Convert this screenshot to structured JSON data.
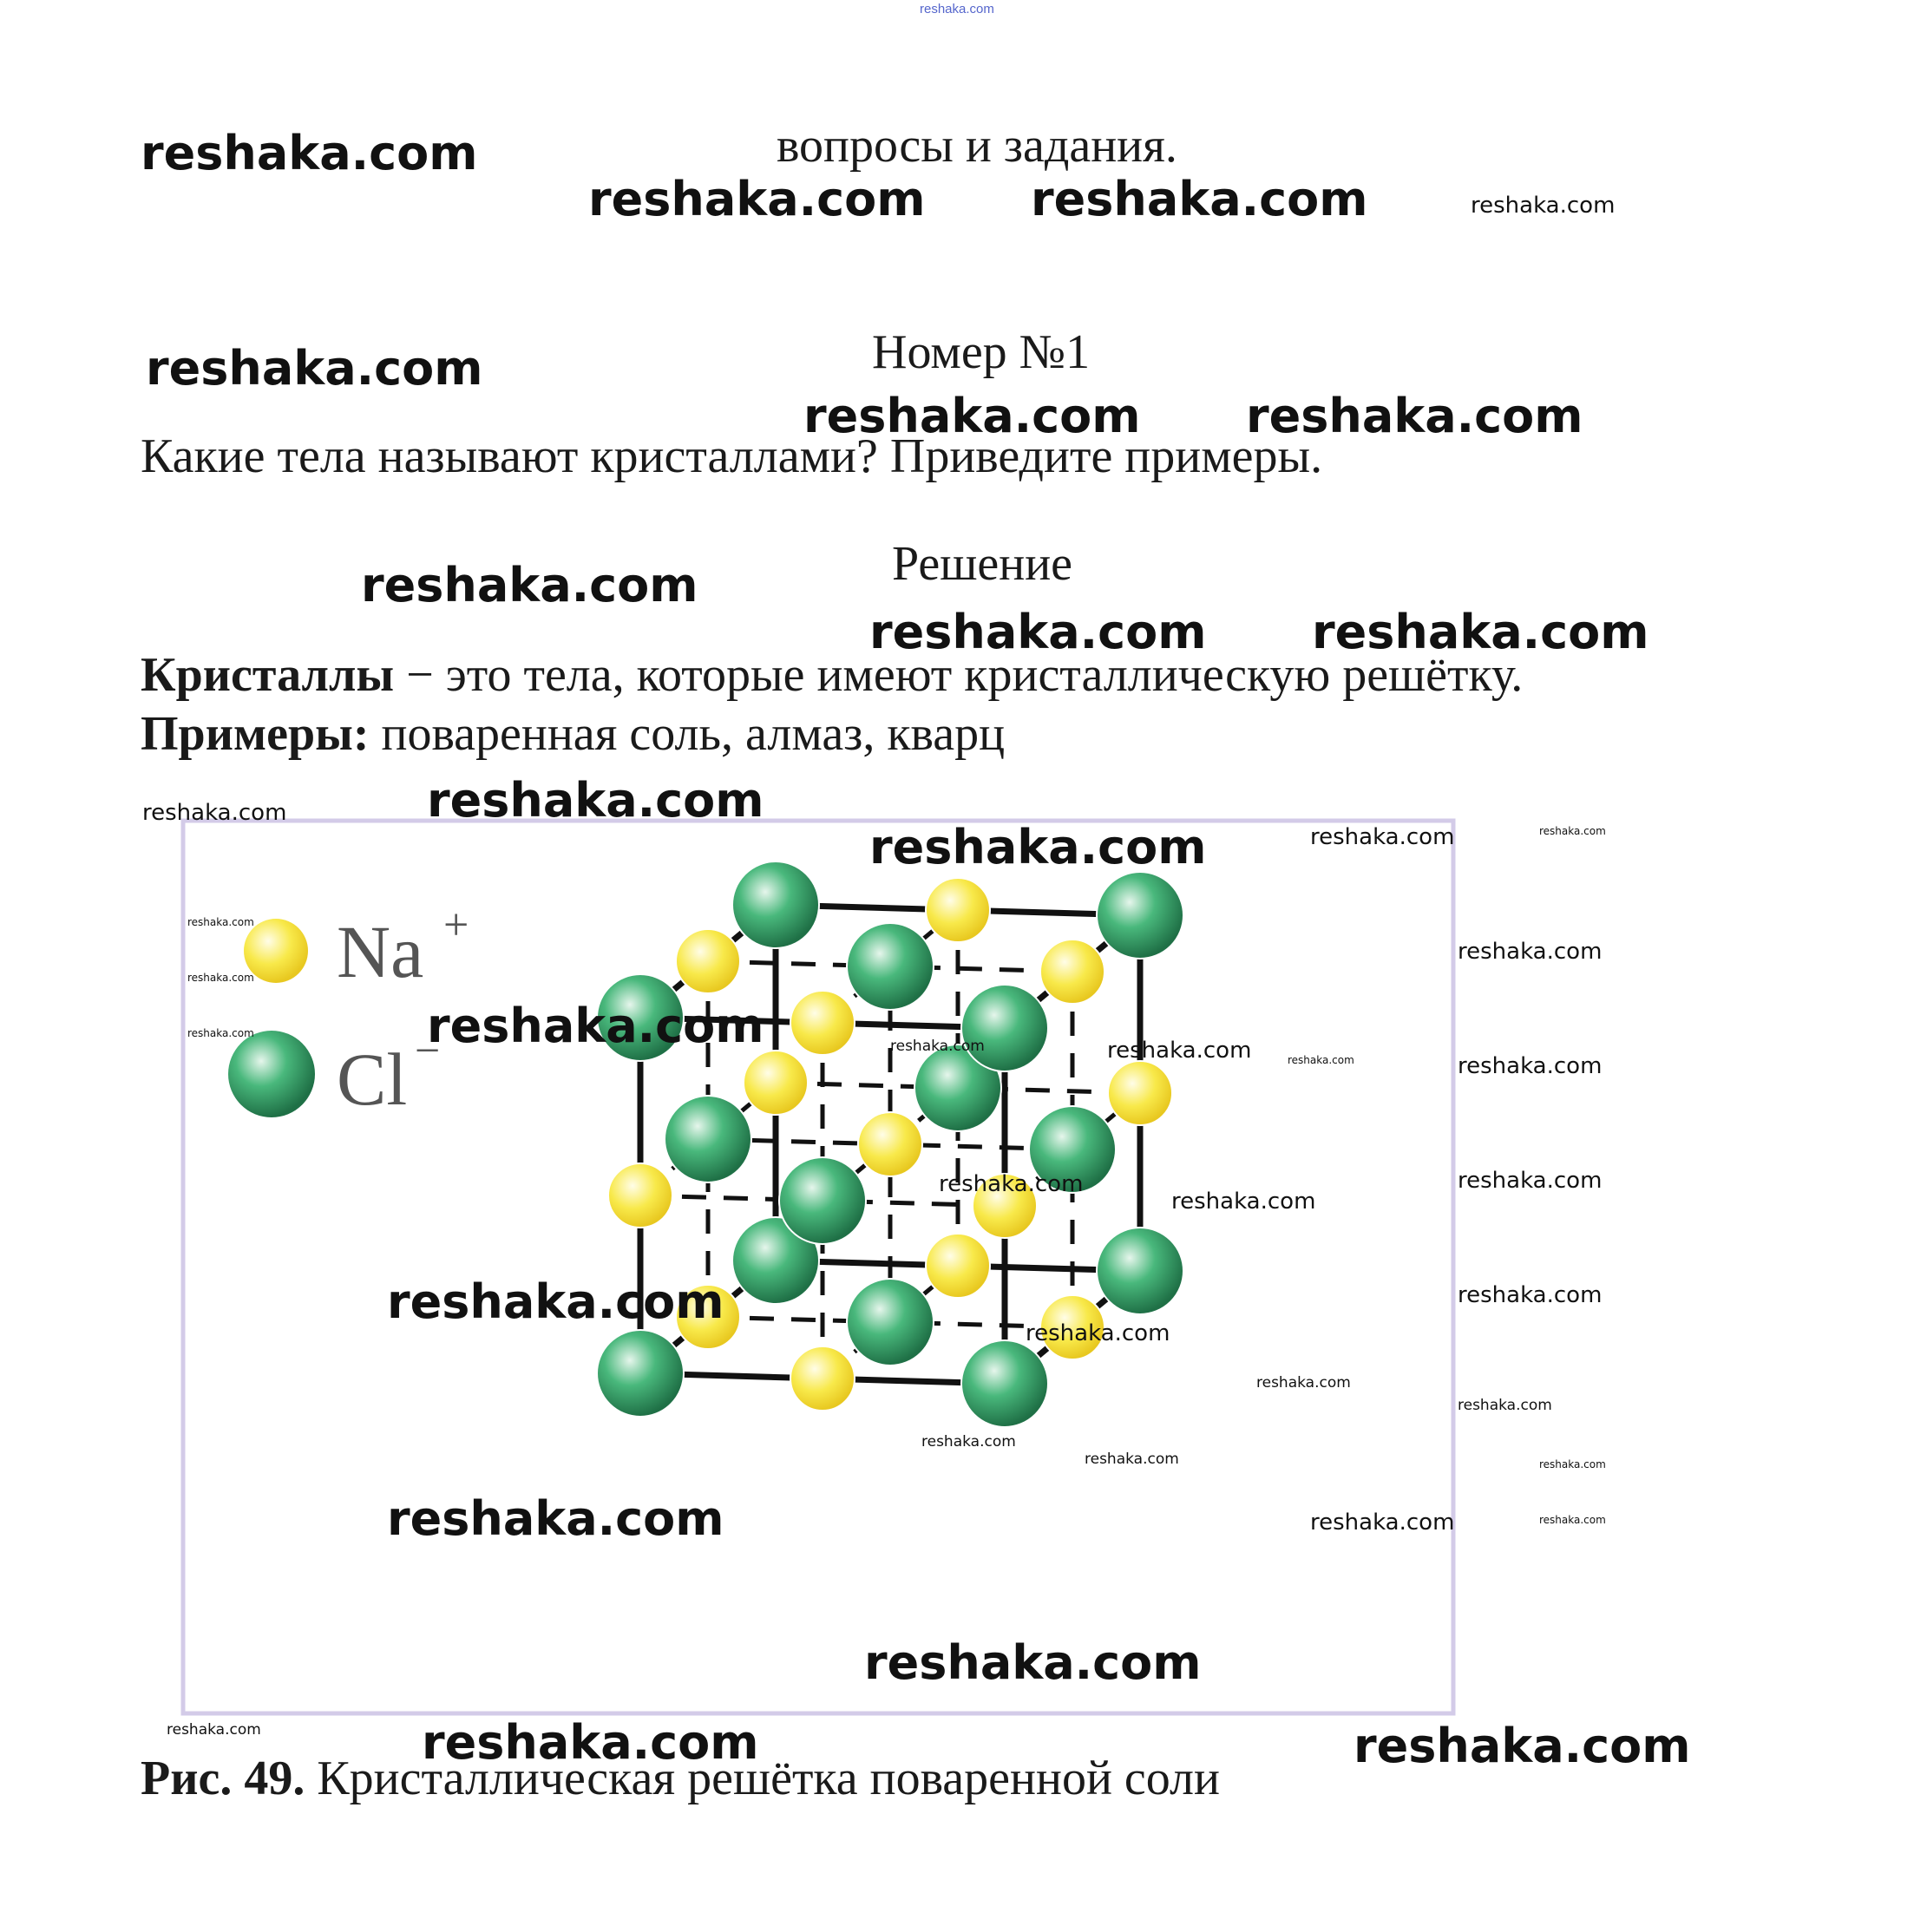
{
  "header": {
    "source_link": "reshaka.com"
  },
  "section_title": "вопросы и задания.",
  "problem": {
    "number_label": "Номер №1",
    "question": "Какие тела называют кристаллами? Приведите примеры."
  },
  "solution": {
    "label": "Решение",
    "definition_term": "Кристаллы",
    "definition_text": " − это тела, которые имеют кристаллическую решётку.",
    "examples_term": "Примеры:",
    "examples_text": " поваренная соль, алмаз, кварц"
  },
  "figure": {
    "legend": {
      "na_symbol": "Na",
      "na_charge": "+",
      "cl_symbol": "Cl",
      "cl_charge": "−"
    },
    "colors": {
      "na": "#f5e23a",
      "cl": "#2f9a62",
      "edge": "#111111",
      "frame": "#d3cbe8"
    },
    "caption_label": "Рис. 49.",
    "caption_text": " Кристаллическая решётка поваренной соли"
  },
  "watermark": {
    "text": "reshaka.com"
  }
}
